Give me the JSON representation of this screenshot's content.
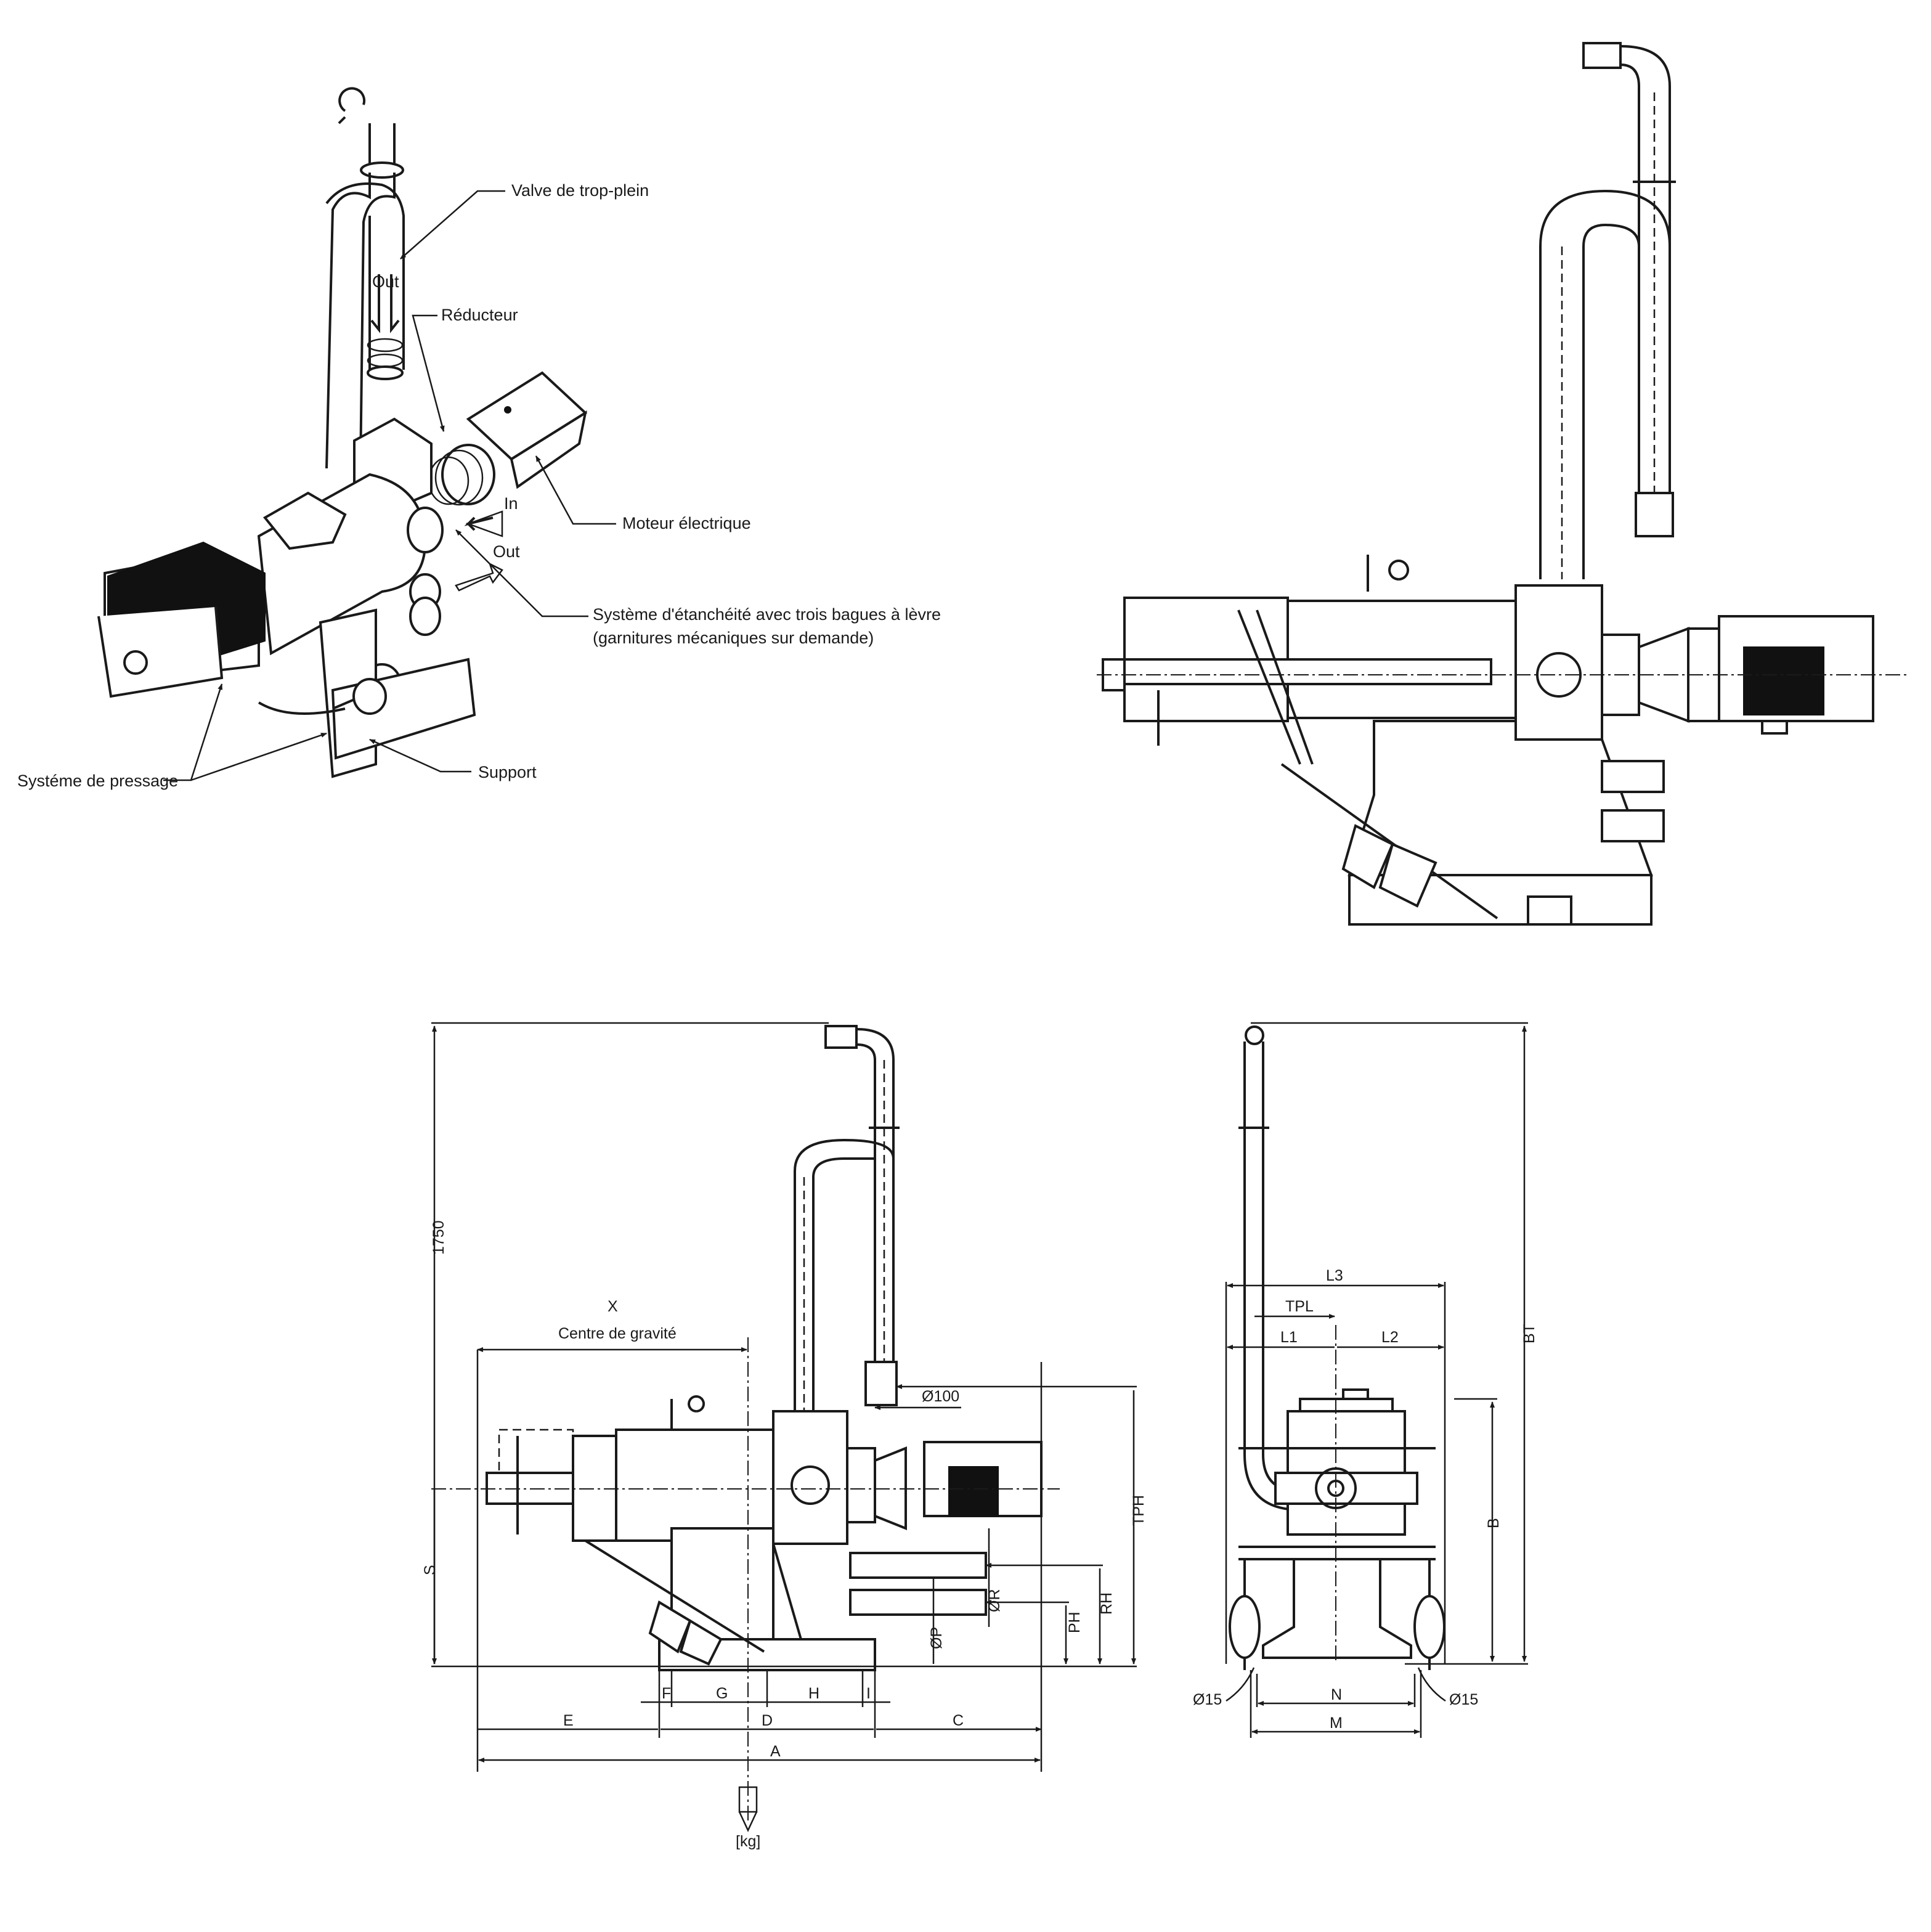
{
  "isometric_view": {
    "labels": {
      "overflow_valve": "Valve de trop-plein",
      "out_top": "Out",
      "reducer": "Réducteur",
      "inlet": "In",
      "motor": "Moteur électrique",
      "out_side": "Out",
      "sealing_line1": "Système d'étanchéité avec trois bagues à lèvre",
      "sealing_line2": "(garnitures mécaniques sur demande)",
      "press_system": "Systéme de pressage",
      "support": "Support"
    }
  },
  "front_view": {
    "dims": {
      "height_total": "1750",
      "x": "X",
      "centre_gravity": "Centre de gravité",
      "dia_100": "Ø100",
      "tph": "TPH",
      "s": "S",
      "dia_r": "ØR",
      "rh": "RH",
      "ph": "PH",
      "dia_p": "ØP",
      "f": "F",
      "g": "G",
      "h": "H",
      "i": "I",
      "e": "E",
      "d": "D",
      "c": "C",
      "a": "A",
      "kg": "[kg]"
    }
  },
  "end_view": {
    "dims": {
      "l3": "L3",
      "tpl": "TPL",
      "l1": "L1",
      "l2": "L2",
      "bt": "BT",
      "b": "B",
      "dia_15_left": "Ø15",
      "dia_15_right": "Ø15",
      "n": "N",
      "m": "M"
    }
  }
}
